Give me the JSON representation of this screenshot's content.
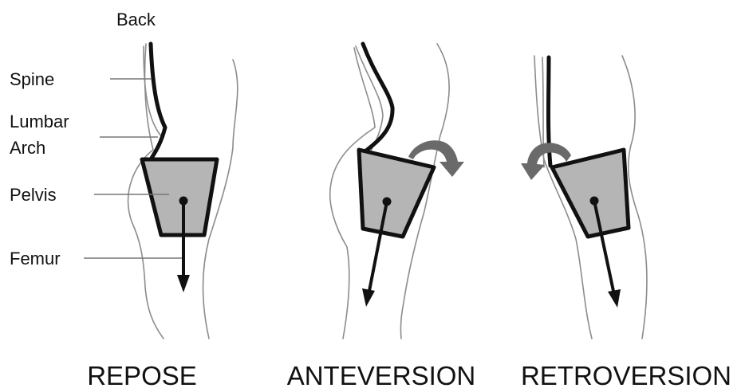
{
  "labels": {
    "back": "Back",
    "spine": "Spine",
    "lumbar_line1": "Lumbar",
    "lumbar_line2": "Arch",
    "pelvis": "Pelvis",
    "femur": "Femur"
  },
  "panels": [
    {
      "caption": "REPOSE"
    },
    {
      "caption": "ANTEVERSION"
    },
    {
      "caption": "RETROVERSION"
    }
  ]
}
